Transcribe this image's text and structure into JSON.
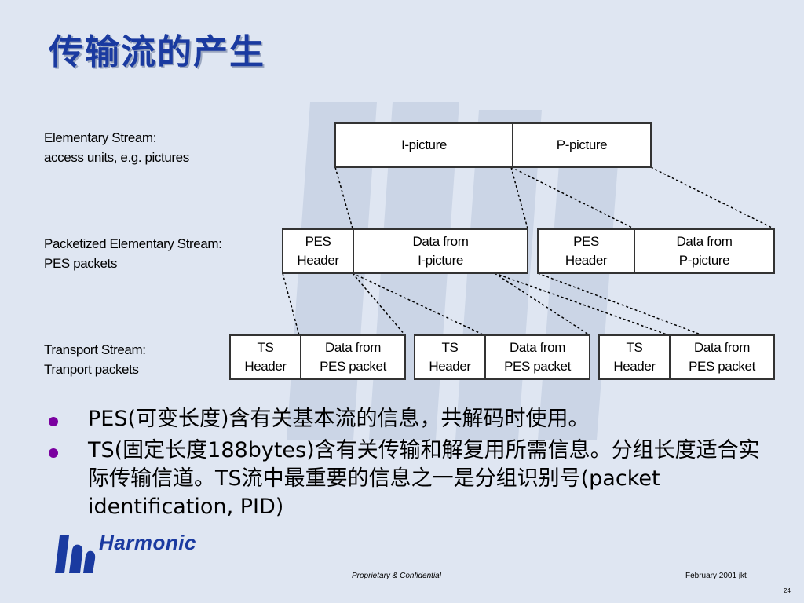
{
  "slide": {
    "title": "传输流的产生",
    "page_number": "24"
  },
  "labels": {
    "es_line1": "Elementary Stream:",
    "es_line2": "access units, e.g. pictures",
    "pes_line1": "Packetized Elementary Stream:",
    "pes_line2": "PES packets",
    "ts_line1": "Transport Stream:",
    "ts_line2": "Tranport packets"
  },
  "es_boxes": [
    {
      "text": "I-picture"
    },
    {
      "text": "P-picture"
    }
  ],
  "pes_packets": [
    {
      "header_line1": "PES",
      "header_line2": "Header",
      "data_line1": "Data from",
      "data_line2": "I-picture"
    },
    {
      "header_line1": "PES",
      "header_line2": "Header",
      "data_line1": "Data from",
      "data_line2": "P-picture"
    }
  ],
  "ts_packets": [
    {
      "header_line1": "TS",
      "header_line2": "Header",
      "data_line1": "Data from",
      "data_line2": "PES packet"
    },
    {
      "header_line1": "TS",
      "header_line2": "Header",
      "data_line1": "Data from",
      "data_line2": "PES packet"
    },
    {
      "header_line1": "TS",
      "header_line2": "Header",
      "data_line1": "Data from",
      "data_line2": "PES packet"
    }
  ],
  "bullets": [
    "PES(可变长度)含有关基本流的信息，共解码时使用。",
    "TS(固定长度188bytes)含有关传输和解复用所需信息。分组长度适合实际传输信道。TS流中最重要的信息之一是分组识别号(packet identification, PID)"
  ],
  "footer": {
    "brand": "Harmonic",
    "confidential": "Proprietary & Confidential",
    "date": "February 2001 jkt"
  },
  "colors": {
    "title": "#1a3aa0",
    "bullet": "#7a00a0",
    "background": "#dfe6f2"
  }
}
